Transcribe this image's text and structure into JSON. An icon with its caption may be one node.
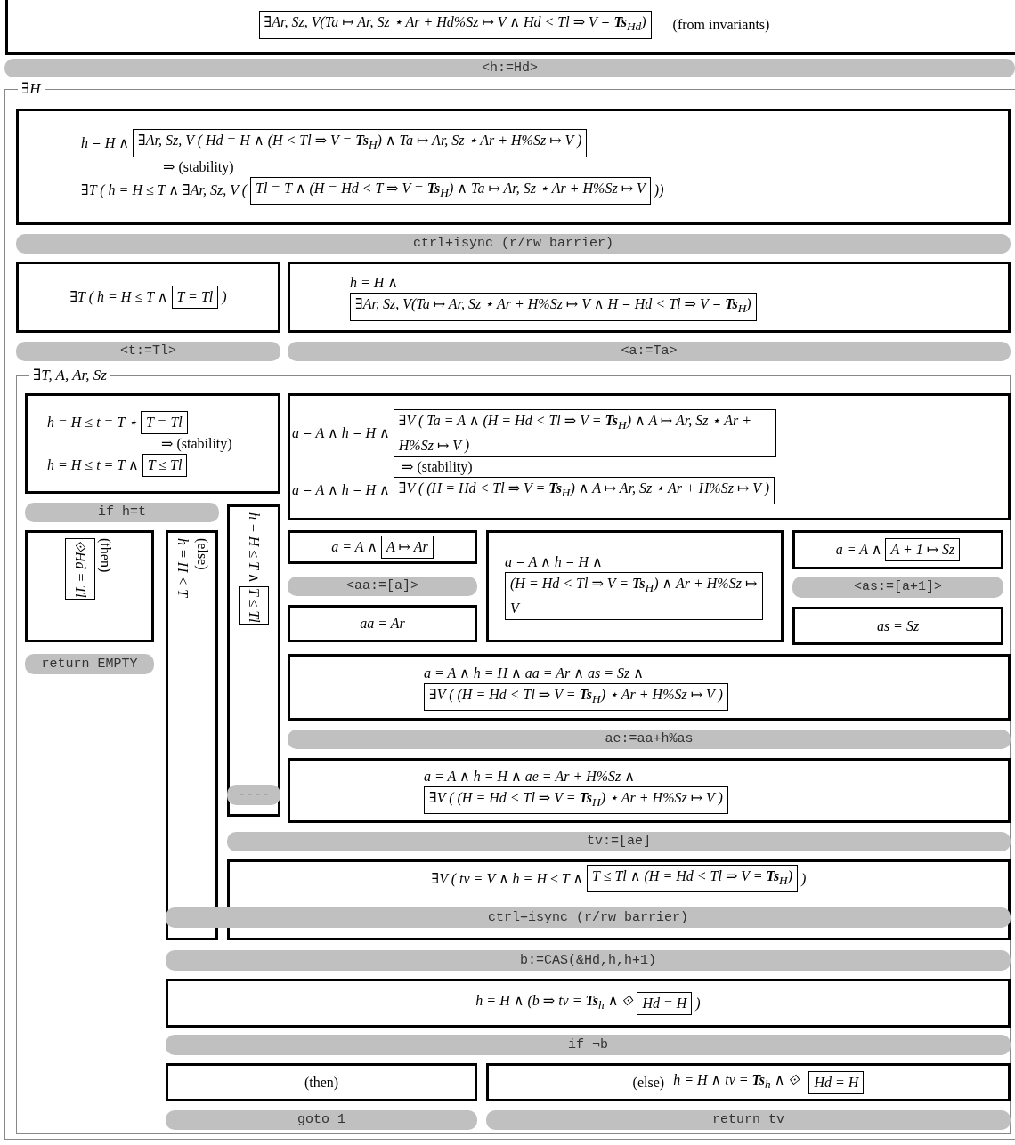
{
  "diagram": {
    "nodes": [
      {
        "text": [
          "(from invariants)"
        ]
      },
      {
        "text": [
          "∃Ar, Sz, V(Ta ↦ Ar, Sz ⋆ Ar + Hd%Sz ↦ V ∧ Hd < Tl ⇒ V = **Ts**$_{Hd}$)"
        ],
        "in": 0
      },
      {
        "text": [
          "<h:=Hd>"
        ]
      },
      {
        "text": [
          "∃H"
        ]
      },
      {
        "text": [
          "h = H ∧",
          "⇒ (stability)",
          "∃T ( h = H ≤ T ∧ ∃Ar, Sz, V (",
          "))"
        ],
        "in": 3
      },
      {
        "text": [
          "∃Ar, Sz, V ( Hd = H ∧ (H < Tl ⇒ V = **Ts**$_{H}$) ∧ Ta ↦ Ar, Sz ⋆ Ar + H%Sz ↦ V )"
        ],
        "in": 4
      },
      {
        "text": [
          "Tl = T ∧ (H = Hd < T ⇒ V = **Ts**$_{H}$) ∧ Ta ↦ Ar, Sz ⋆ Ar + H%Sz ↦ V"
        ],
        "in": 4
      },
      {
        "text": [
          "ctrl+isync (r/rw barrier)"
        ],
        "in": 3
      },
      {
        "text": [
          "∃T ( h = H ≤ T ∧",
          ")"
        ],
        "in": 3
      },
      {
        "text": [
          "T = Tl"
        ],
        "in": 8
      },
      {
        "text": [
          "h = H ∧"
        ],
        "in": 3
      },
      {
        "text": [
          "∃Ar, Sz, V(Ta ↦ Ar, Sz ⋆ Ar + H%Sz ↦ V ∧ H = Hd < Tl ⇒ V = **Ts**$_{H}$)"
        ],
        "in": 10
      },
      {
        "text": [
          "<t:=Tl>"
        ],
        "in": 3
      },
      {
        "text": [
          "<a:=Ta>"
        ],
        "in": 3
      },
      {
        "text": [
          "∃T, A, Ar, Sz"
        ],
        "in": 3
      },
      {
        "text": [
          "h = H ≤ t = T ⋆",
          "⇒ (stability)",
          "h = H ≤ t = T ∧"
        ],
        "in": 14
      },
      {
        "text": [
          "T = Tl"
        ],
        "in": 15
      },
      {
        "text": [
          "T ≤ Tl"
        ],
        "in": 15
      },
      {
        "text": [
          "a = A ∧ h = H ∧",
          "⇒ (stability)",
          "a = A ∧ h = H ∧"
        ],
        "in": 14
      },
      {
        "text": [
          "∃V ( Ta = A ∧ (H = Hd < Tl ⇒ V = **Ts**$_{H}$) ∧ A ↦ Ar, Sz ⋆ Ar + H%Sz ↦ V )"
        ],
        "in": 18
      },
      {
        "text": [
          "∃V ( (H = Hd < Tl ⇒ V = **Ts**$_{H}$) ∧ A ↦ Ar, Sz ⋆ Ar + H%Sz ↦ V )"
        ],
        "in": 18
      },
      {
        "text": [
          "if h=t"
        ],
        "in": 14
      },
      {
        "text": [
          "(then)"
        ],
        "in": 14
      },
      {
        "text": [
          "⟐Hd = Tl"
        ],
        "in": 22
      },
      {
        "text": [
          "return EMPTY"
        ],
        "in": 14
      },
      {
        "text": [
          "(else)",
          "h = H < T"
        ],
        "in": 14
      },
      {
        "text": [
          "h = H ≤ T ∧"
        ],
        "in": 14
      },
      {
        "text": [
          "T ≤ Tl"
        ],
        "in": 26
      },
      {
        "text": [
          "----"
        ],
        "in": 26
      },
      {
        "text": [
          "a = A ∧"
        ],
        "in": 14
      },
      {
        "text": [
          "A ↦ Ar"
        ],
        "in": 29
      },
      {
        "text": [
          "<aa:=[a]>"
        ],
        "in": 14
      },
      {
        "text": [
          "aa = Ar"
        ],
        "in": 14
      },
      {
        "text": [
          "a = A ∧ h = H ∧"
        ],
        "in": 14
      },
      {
        "text": [
          "(H = Hd < Tl ⇒ V = **Ts**$_{H}$) ∧ Ar + H%Sz ↦ V"
        ],
        "in": 33
      },
      {
        "text": [
          "a = A ∧"
        ],
        "in": 14
      },
      {
        "text": [
          "A + 1 ↦ Sz"
        ],
        "in": 35
      },
      {
        "text": [
          "<as:=[a+1]>"
        ],
        "in": 14
      },
      {
        "text": [
          "as = Sz"
        ],
        "in": 14
      },
      {
        "text": [
          "a = A ∧ h = H ∧ aa = Ar ∧ as = Sz ∧"
        ],
        "in": 14
      },
      {
        "text": [
          "∃V ( (H = Hd < Tl ⇒ V = **Ts**$_{H}$) ⋆ Ar + H%Sz ↦ V )"
        ],
        "in": 39
      },
      {
        "text": [
          "ae:=aa+h%as"
        ],
        "in": 14
      },
      {
        "text": [
          "a = A ∧ h = H ∧ ae = Ar + H%Sz ∧"
        ],
        "in": 14
      },
      {
        "text": [
          "∃V ( (H = Hd < Tl ⇒ V = **Ts**$_{H}$) ⋆ Ar + H%Sz ↦ V )"
        ],
        "in": 42
      },
      {
        "text": [
          "tv:=[ae]"
        ],
        "in": 14
      },
      {
        "text": [
          "∃V ( tv = V ∧ h = H ≤ T ∧",
          ")"
        ],
        "in": 14
      },
      {
        "text": [
          "T ≤ Tl ∧ (H = Hd < Tl ⇒ V = **Ts**$_{H}$)"
        ],
        "in": 45
      },
      {
        "text": [
          "ctrl+isync (r/rw barrier)"
        ],
        "in": 14
      },
      {
        "text": [
          "b:=CAS(&Hd,h,h+1)"
        ],
        "in": 14
      },
      {
        "text": [
          "h = H ∧ (b ⇒ tv = **Ts**$_{h}$ ∧ ⟐",
          ")"
        ],
        "in": 14
      },
      {
        "text": [
          "Hd = H"
        ],
        "in": 49
      },
      {
        "text": [
          "if ¬b"
        ],
        "in": 14
      },
      {
        "text": [
          "(then)"
        ],
        "in": 14
      },
      {
        "text": [
          "(else)",
          "h = H ∧ tv = **Ts**$_{h}$ ∧ ⟐"
        ],
        "in": 14
      },
      {
        "text": [
          "Hd = H"
        ],
        "in": 53
      },
      {
        "text": [
          "goto 1"
        ],
        "in": 14
      },
      {
        "text": [
          "return tv"
        ],
        "in": 14
      }
    ]
  }
}
